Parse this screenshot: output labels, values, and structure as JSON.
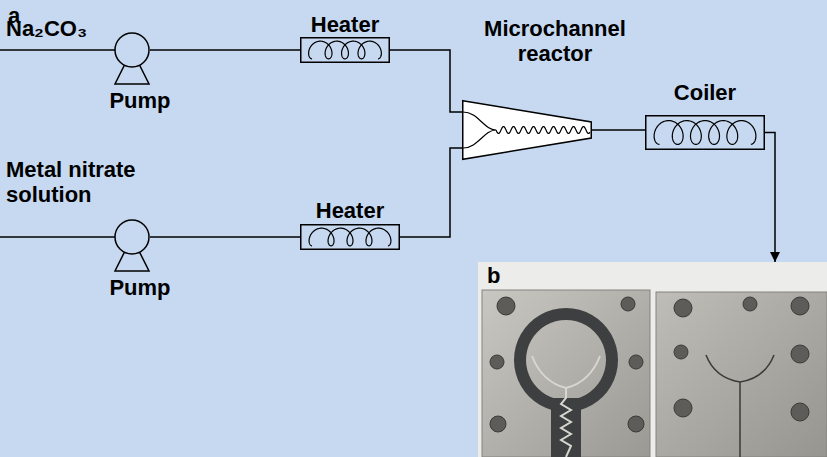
{
  "diagram": {
    "nodes": [
      {
        "text": [
          "Pump"
        ]
      },
      {
        "text": [
          "Heater"
        ]
      },
      {
        "text": [
          "Microchannel reactor"
        ]
      },
      {
        "text": [
          "Coiler"
        ]
      },
      {
        "text": [
          "Pump"
        ]
      },
      {
        "text": [
          "Heater"
        ]
      },
      {
        "text": [
          "b"
        ]
      }
    ],
    "edges": [
      {
        "from": 0,
        "to": 1,
        "arrow": "none"
      },
      {
        "from": 1,
        "to": 2,
        "arrow": "none"
      },
      {
        "from": 4,
        "to": 5,
        "arrow": "none"
      },
      {
        "from": 5,
        "to": 2,
        "arrow": "none"
      },
      {
        "from": 2,
        "to": 3,
        "arrow": "none"
      },
      {
        "from": 3,
        "to": 6,
        "arrow": "to"
      }
    ],
    "labels": [
      "a",
      "Na₂CO₃",
      "Metal nitrate solution"
    ]
  }
}
